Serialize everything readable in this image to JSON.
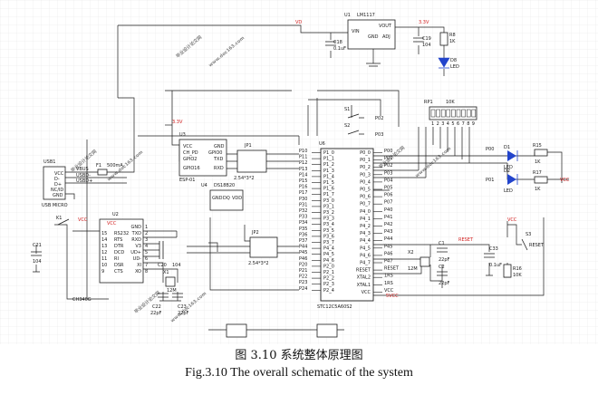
{
  "caption": {
    "cn": "图 3.10 系统整体原理图",
    "en": "Fig.3.10 The overall schematic of the system"
  },
  "watermark": {
    "cn": "毕业设计论文网",
    "url": "www.doc163.com"
  },
  "colors": {
    "wire": "#1c1c1c",
    "grid": "#e6e6e6",
    "label_red": "#d22020",
    "watermark": "#d86a6a",
    "led": "#2244cc"
  },
  "parts": {
    "regulator": {
      "ref": "U1",
      "name": "LM1117",
      "pins": [
        "VIN",
        "VOUT",
        "GND",
        "ADJ"
      ],
      "net_in": "VD",
      "net_out": "3.3V"
    },
    "c18": {
      "ref": "C18",
      "value": "0.1uF"
    },
    "c19": {
      "ref": "C19",
      "value": "104"
    },
    "r8": {
      "ref": "R8",
      "value": "1K"
    },
    "d8": {
      "ref": "D8",
      "name": "LED"
    },
    "usb": {
      "ref": "USB1",
      "name": "USB MICRO",
      "pins": [
        "VCC",
        "D-",
        "D+",
        "NC/ID",
        "GND"
      ],
      "nets": [
        "VBUS",
        "USBD-",
        "USBD+"
      ]
    },
    "fuse": {
      "ref": "F1",
      "value": "500mA"
    },
    "wifi": {
      "ref": "U3",
      "name": "ESP-01",
      "pins": [
        "VCC",
        "CH_PD",
        "GPIO2",
        "GPIO16",
        "GND",
        "GPIO0",
        "TXD",
        "RXD"
      ]
    },
    "jp_wifi": {
      "ref": "JP1",
      "name": "2.54*3*2"
    },
    "ds18b20": {
      "ref": "U4",
      "name": "DS18B20",
      "pins": [
        "GND",
        "DQ",
        "VDD"
      ]
    },
    "ch340": {
      "ref": "U2",
      "name": "CH340G",
      "pins_l": [
        "RS232",
        "RTS",
        "DTR",
        "DCD",
        "RI",
        "DSR",
        "CTS"
      ],
      "pins_r": [
        "GND",
        "TXD",
        "RXD",
        "V3",
        "UD+",
        "UD-",
        "XI",
        "XO"
      ],
      "nums_l": [
        "15",
        "14",
        "13",
        "12",
        "11",
        "10",
        "9"
      ],
      "nums_r": [
        "1",
        "2",
        "3",
        "4",
        "5",
        "6",
        "7",
        "8"
      ]
    },
    "x1": {
      "ref": "X1",
      "value": "12M"
    },
    "c20": {
      "ref": "C20",
      "value": "104"
    },
    "c21": {
      "ref": "C21",
      "value": "104"
    },
    "c22": {
      "ref": "C22",
      "value": "22pF"
    },
    "c23": {
      "ref": "C23",
      "value": "22pF"
    },
    "jp_serial": {
      "ref": "JP2",
      "name": "2.54*3*2"
    },
    "mcu": {
      "ref": "U6",
      "name": "STC12C5A60S2",
      "left": [
        "P1_0",
        "P1_1",
        "P1_2",
        "P1_3",
        "P1_4",
        "P1_5",
        "P1_6",
        "P1_7",
        "P3_0",
        "P3_1",
        "P3_2",
        "P3_3",
        "P3_4",
        "P3_5",
        "P3_6",
        "P3_7",
        "P4_4",
        "P4_5",
        "P4_6",
        "P2_0",
        "P2_1",
        "P2_2",
        "P2_3",
        "P2_4"
      ],
      "left_nets": [
        "P10",
        "P11",
        "P12",
        "P13",
        "P14",
        "P15",
        "P16",
        "P17",
        "P30",
        "P31",
        "P32",
        "P33",
        "P34",
        "P35",
        "P36",
        "P37",
        "P44",
        "P45",
        "P46",
        "P20",
        "P21",
        "P22",
        "P23",
        "P24"
      ],
      "right": [
        "P0_0",
        "P0_1",
        "P0_2",
        "P0_3",
        "P0_4",
        "P0_5",
        "P0_6",
        "P0_7",
        "P4_0",
        "P4_1",
        "P4_2",
        "P4_3",
        "P4_4",
        "P4_5",
        "P4_6",
        "P4_7",
        "RESET",
        "XTAL2",
        "XTAL1",
        "VCC"
      ],
      "right_nets": [
        "P00",
        "P01",
        "P02",
        "P03",
        "P04",
        "P05",
        "P06",
        "P07",
        "P40",
        "P41",
        "P42",
        "P43",
        "P44",
        "P45",
        "P46",
        "P47",
        "RESET",
        "1RS",
        "1RS",
        "VCC"
      ]
    },
    "rp1": {
      "ref": "RP1",
      "value": "10K",
      "pins": [
        "1",
        "2",
        "3",
        "4",
        "5",
        "6",
        "7",
        "8",
        "9"
      ]
    },
    "s1": {
      "ref": "S1",
      "name": "P02"
    },
    "s2": {
      "ref": "S2",
      "name": "P03"
    },
    "d1": {
      "ref": "D1",
      "name": "LED",
      "net": "P00"
    },
    "d2": {
      "ref": "D2",
      "name": "LED",
      "net": "P01"
    },
    "r15": {
      "ref": "R15",
      "value": "1K"
    },
    "r17": {
      "ref": "R17",
      "value": "1K"
    },
    "x2": {
      "ref": "X2",
      "value": "12M"
    },
    "c1": {
      "ref": "C1",
      "value": "22pF"
    },
    "c2": {
      "ref": "C2",
      "value": "22pF"
    },
    "c33": {
      "ref": "C33",
      "value": "0.1uF"
    },
    "r16": {
      "ref": "R16",
      "value": "10K"
    },
    "s3": {
      "ref": "S3",
      "name": "RESET"
    },
    "k1": {
      "ref": "K1"
    }
  },
  "nets": {
    "vcc": "VCC",
    "v33": "3.3V",
    "vd": "VD",
    "reset": "RESET",
    "ref_b": "5VCC"
  }
}
